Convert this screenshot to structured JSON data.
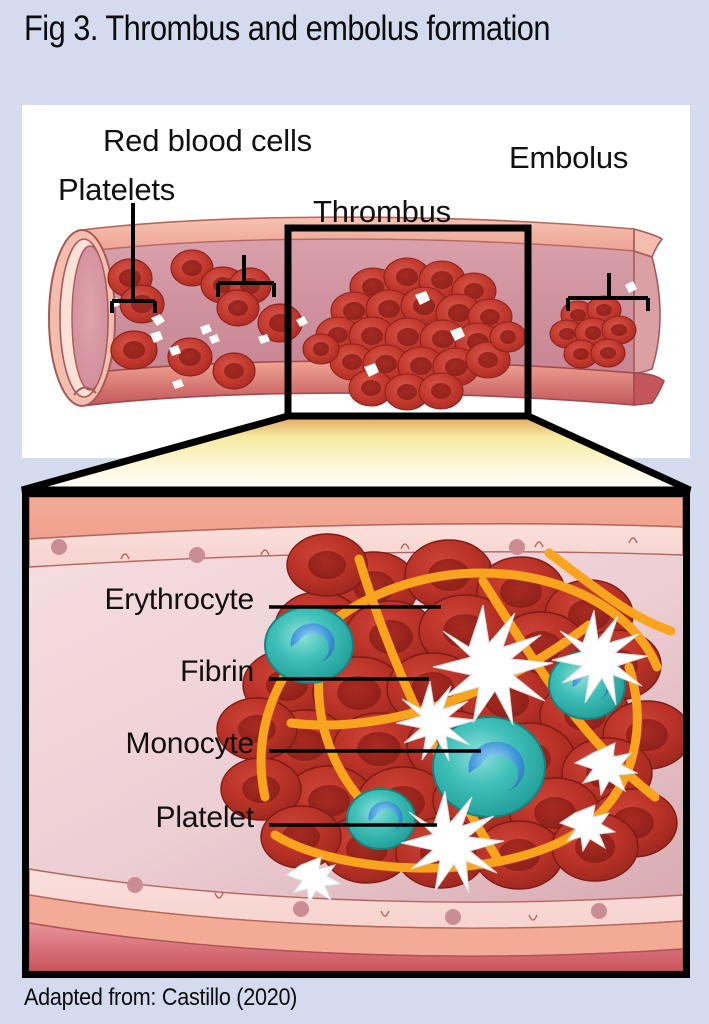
{
  "figure": {
    "title": "Fig 3. Thrombus and embolus formation",
    "caption": "Adapted from: Castillo (2020)"
  },
  "colors": {
    "page_background": "#d5dbee",
    "panel_background": "#ffffff",
    "erythrocyte": "#c0352b",
    "erythrocyte_dark": "#a32a22",
    "fibrin": "#f5a623",
    "monocyte": "#2fb3ad",
    "monocyte_nucleus": "#2f86d0",
    "platelet": "#ffffff",
    "vessel_wall_outer": "#f0a896",
    "vessel_wall_inner": "#f7d3d3",
    "lumen": "#c98f9c",
    "callout_border": "#000000",
    "funnel_gradient_top": "#e8a860",
    "funnel_gradient_bottom": "#ffffff"
  },
  "overview_panel": {
    "labels": [
      {
        "id": "platelets",
        "text": "Platelets",
        "leader": "bracket"
      },
      {
        "id": "red-blood-cells",
        "text": "Red blood cells",
        "leader": "bracket"
      },
      {
        "id": "thrombus",
        "text": "Thrombus",
        "leader": "callout-box"
      },
      {
        "id": "embolus",
        "text": "Embolus",
        "leader": "bracket"
      }
    ]
  },
  "detail_panel": {
    "labels": [
      {
        "id": "erythrocyte",
        "text": "Erythrocyte",
        "leader": "line"
      },
      {
        "id": "fibrin",
        "text": "Fibrin",
        "leader": "line"
      },
      {
        "id": "monocyte",
        "text": "Monocyte",
        "leader": "line"
      },
      {
        "id": "platelet",
        "text": "Platelet",
        "leader": "line"
      }
    ]
  }
}
